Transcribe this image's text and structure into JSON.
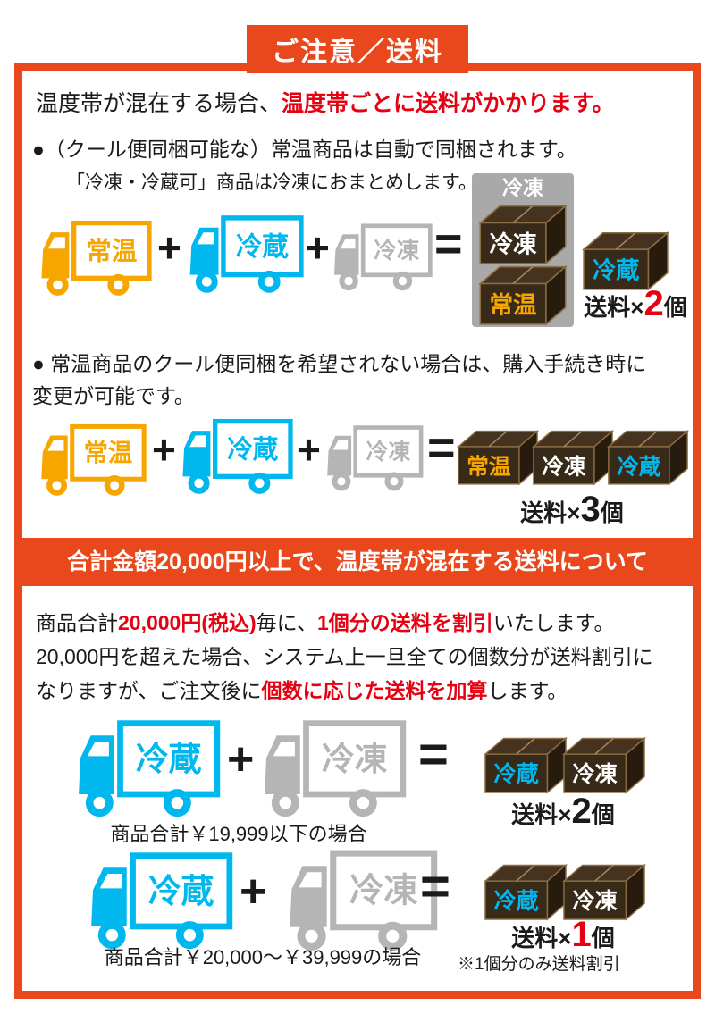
{
  "title": "ご注意／送料",
  "colors": {
    "accent": "#e8481c",
    "red": "#e60012",
    "orange": "#f7a600",
    "blue": "#00b7ee",
    "gray": "#b5b5b5",
    "box_brown": "#382a18"
  },
  "operators": {
    "plus": "+",
    "equals": "="
  },
  "intro": {
    "black": "温度帯が混在する場合、",
    "red": "温度帯ごとに送料がかかります。"
  },
  "bullet1": {
    "text": "●（クール便同梱可能な）常温商品は自動で同梱されます。",
    "sub": "「冷凍・冷蔵可」商品は冷凍におまとめします。"
  },
  "diagram1": {
    "truck_labels": [
      "常温",
      "冷蔵",
      "冷凍"
    ],
    "package_label": "冷凍",
    "packed_boxes": [
      "冷凍",
      "常温"
    ],
    "side_box": "冷蔵",
    "shipping_prefix": "送料×",
    "shipping_count": "2",
    "shipping_suffix": "個"
  },
  "bullet2": {
    "line1": "● 常温商品のクール便同梱を希望されない場合は、購入手続き時に",
    "line2": "変更が可能です。"
  },
  "diagram2": {
    "truck_labels": [
      "常温",
      "冷蔵",
      "冷凍"
    ],
    "boxes": [
      "常温",
      "冷凍",
      "冷蔵"
    ],
    "shipping_prefix": "送料×",
    "shipping_count": "3",
    "shipping_suffix": "個"
  },
  "banner": "合計金額20,000円以上で、温度帯が混在する送料について",
  "paragraph": {
    "l1s1": "商品合計",
    "l1s2": "20,000円(税込)",
    "l1s3": "毎に、",
    "l1s4": "1個分の送料を割引",
    "l1s5": "いたします。",
    "l2": "20,000円を超えた場合、システム上一旦全ての個数分が送料割引に",
    "l3s1": "なりますが、ご注文後に",
    "l3s2": "個数に応じた送料を加算",
    "l3s3": "します。"
  },
  "diagram3": {
    "truck_labels": [
      "冷蔵",
      "冷凍"
    ],
    "boxes": [
      "冷蔵",
      "冷凍"
    ],
    "shipping_prefix": "送料×",
    "shipping_count": "2",
    "shipping_suffix": "個",
    "caption": "商品合計￥19,999以下の場合"
  },
  "diagram4": {
    "truck_labels": [
      "冷蔵",
      "冷凍"
    ],
    "boxes": [
      "冷蔵",
      "冷凍"
    ],
    "shipping_prefix": "送料×",
    "shipping_count": "1",
    "shipping_suffix": "個",
    "caption": "商品合計￥20,000〜￥39,999の場合",
    "note": "※1個分のみ送料割引"
  }
}
